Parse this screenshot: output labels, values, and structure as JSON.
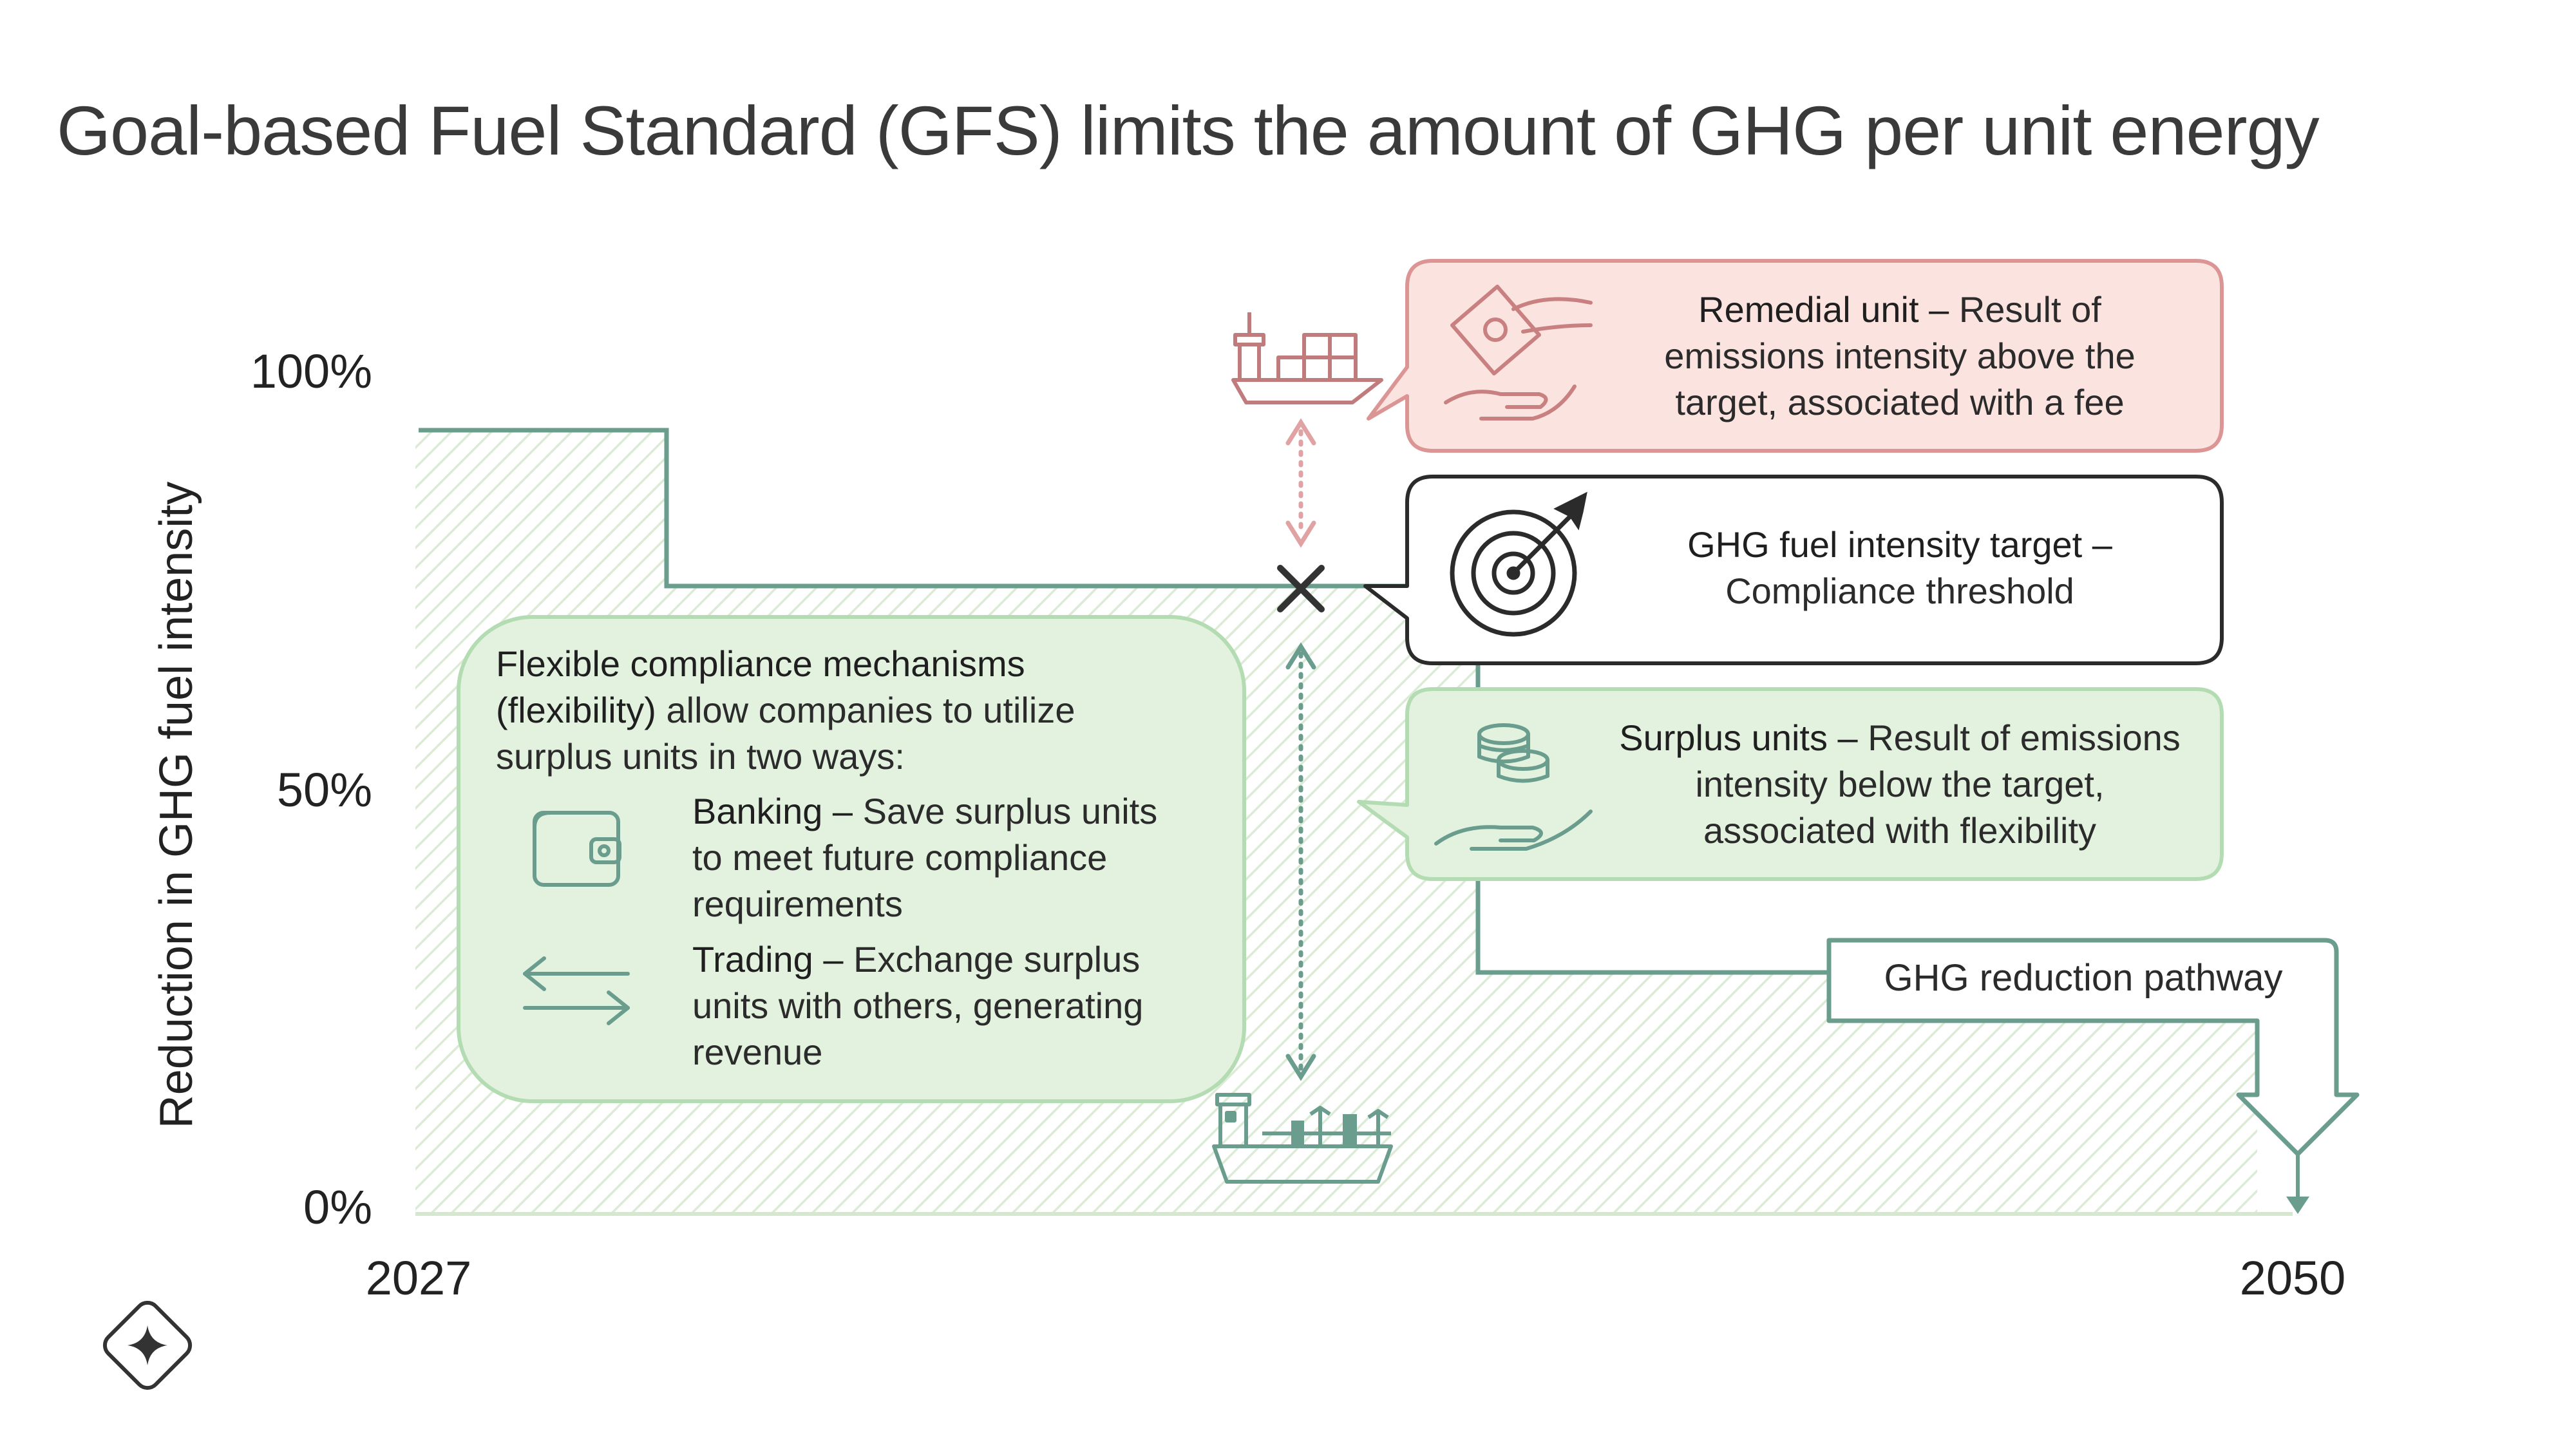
{
  "title": "Goal-based Fuel Standard (GFS) limits the amount of GHG per unit energy",
  "axes": {
    "y_label": "Reduction in GHG fuel intensity",
    "y_ticks": [
      "100%",
      "50%",
      "0%"
    ],
    "x_ticks": [
      "2027",
      "2050"
    ]
  },
  "callouts": {
    "remedial": {
      "title": "Remedial unit –",
      "text_line1": "Result of",
      "text_line2": "emissions intensity above the",
      "text_line3": "target, associated with a fee"
    },
    "target": {
      "title": "GHG fuel intensity target –",
      "text": "Compliance threshold"
    },
    "surplus": {
      "title": "Surplus units –",
      "text_line1": "Result of emissions",
      "text_line2": "intensity below the target,",
      "text_line3": "associated with flexibility"
    },
    "pathway": {
      "label": "GHG reduction pathway"
    }
  },
  "flexibility": {
    "title_line1": "Flexible compliance mechanisms",
    "title_line2": "(flexibility)",
    "intro_line2_rest": "allow companies to utilize",
    "intro_line3": "surplus units in two ways:",
    "banking_title": "Banking –",
    "banking_line1": "Save surplus units",
    "banking_line2": "to meet future compliance",
    "banking_line3": "requirements",
    "trading_title": "Trading –",
    "trading_line1": "Exchange surplus",
    "trading_line2": "units with others, generating",
    "trading_line3": "revenue"
  },
  "icons": {
    "ship_top": "cargo-ship-icon",
    "ship_bottom": "eco-ship-icon",
    "remedial": "money-hand-icon",
    "target": "target-arrow-icon",
    "surplus": "coins-hand-icon",
    "banking": "wallet-icon",
    "trading": "exchange-arrows-icon",
    "logo": "sparkle-logo-icon"
  },
  "colors": {
    "pathway": "#6a9d8e",
    "remedial": "#d98f8f",
    "surplus": "#a8d3a9",
    "target": "#2b2b2b"
  }
}
